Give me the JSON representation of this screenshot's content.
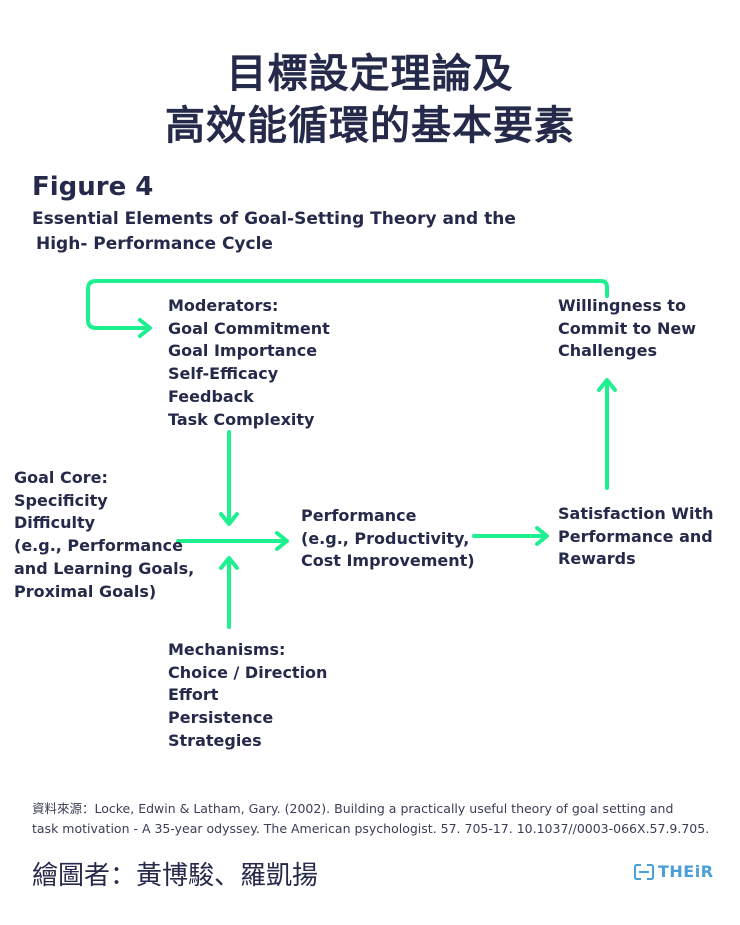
{
  "header": {
    "title_line1": "目標設定理論及",
    "title_line2": "高效能循環的基本要素"
  },
  "figure": {
    "label": "Figure 4",
    "caption_line1": "Essential Elements of Goal-Setting Theory and the",
    "caption_line2": "High- Performance Cycle"
  },
  "diagram": {
    "moderators": [
      "Moderators:",
      "Goal Commitment",
      "Goal Importance",
      "Self-Efficacy",
      "Feedback",
      "Task Complexity"
    ],
    "goal_core": [
      "Goal Core:",
      "Specificity",
      "Difficulty",
      "(e.g., Performance",
      "and Learning Goals,",
      "Proximal Goals)"
    ],
    "performance": [
      "Performance",
      "(e.g., Productivity,",
      "Cost Improvement)"
    ],
    "satisfaction": [
      "Satisfaction With",
      "Performance and",
      "Rewards"
    ],
    "willingness": [
      "Willingness to",
      "Commit to New",
      "Challenges"
    ],
    "mechanisms": [
      "Mechanisms:",
      "Choice / Direction",
      "Effort",
      "Persistence",
      "Strategies"
    ],
    "arrow_color": "#1ef08f",
    "text_color": "#262a4a"
  },
  "footer": {
    "source_line1": "資料來源：Locke, Edwin & Latham, Gary. (2002). Building a practically useful theory of goal setting and",
    "source_line2": "task motivation - A 35-year odyssey. The American psychologist. 57. 705-17. 10.1037//0003-066X.57.9.705.",
    "credits": "繪圖者：黃博駿、羅凱揚",
    "logo_text": "THEiR",
    "logo_color": "#4a9fd8"
  }
}
